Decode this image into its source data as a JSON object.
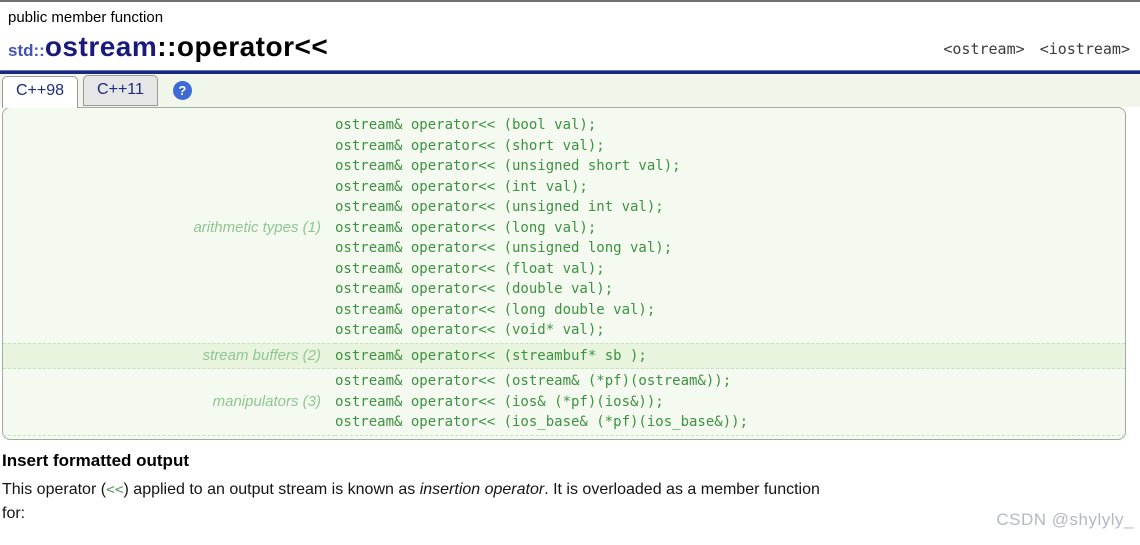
{
  "page": {
    "kind_label": "public member function",
    "title": {
      "namespace": "std::",
      "class_name": "ostream",
      "member": "::operator<<"
    },
    "includes": [
      "<ostream>",
      "<iostream>"
    ]
  },
  "tabs": [
    {
      "label": "C++98",
      "active": true
    },
    {
      "label": "C++11",
      "active": false
    }
  ],
  "help_icon_glyph": "?",
  "prototypes": [
    {
      "label": "arithmetic types (1)",
      "highlight": false,
      "lines": [
        "ostream& operator<< (bool val);",
        "ostream& operator<< (short val);",
        "ostream& operator<< (unsigned short val);",
        "ostream& operator<< (int val);",
        "ostream& operator<< (unsigned int val);",
        "ostream& operator<< (long val);",
        "ostream& operator<< (unsigned long val);",
        "ostream& operator<< (float val);",
        "ostream& operator<< (double val);",
        "ostream& operator<< (long double val);",
        "ostream& operator<< (void* val);"
      ]
    },
    {
      "label": "stream buffers (2)",
      "highlight": true,
      "lines": [
        "ostream& operator<< (streambuf* sb );"
      ]
    },
    {
      "label": "manipulators (3)",
      "highlight": false,
      "lines": [
        "ostream& operator<< (ostream& (*pf)(ostream&));",
        "ostream& operator<< (ios& (*pf)(ios&));",
        "ostream& operator<< (ios_base& (*pf)(ios_base&));"
      ]
    }
  ],
  "section": {
    "heading": "Insert formatted output",
    "paragraph": {
      "prefix": "This operator (",
      "operator": "<<",
      "middle": ") applied to an output stream is known as ",
      "emphasis": "insertion operator",
      "suffix": ". It is overloaded as a member function",
      "line2": "for:"
    }
  },
  "watermark": "CSDN @shylyly_",
  "colors": {
    "title_namespace": "#4554b4",
    "title_class": "#1a1a7c",
    "rule_blue": "#19277f",
    "tab_text": "#1b2a7b",
    "tab_strip_bg": "#f0f7ea",
    "box_bg": "#f5faf0",
    "highlight_row_bg": "#e8f4dd",
    "code_green": "#3d9142",
    "label_green": "#8fc692",
    "help_icon_bg": "#3c6bd6",
    "watermark_gray": "#b4b8c8"
  }
}
